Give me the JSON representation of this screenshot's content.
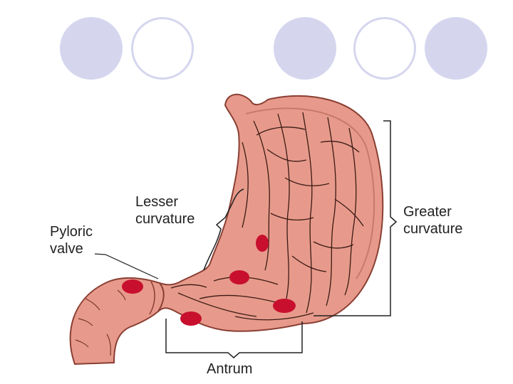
{
  "slide": {
    "decoration": {
      "circle_fill_color": "#d5d6ee",
      "circle_outline_color": "#d5d6ee",
      "pattern": [
        "filled",
        "outline",
        "filled",
        "outline",
        "filled"
      ]
    }
  },
  "diagram": {
    "colors": {
      "tissue": "#e79a8b",
      "tissue_outline": "#8a3f33",
      "ulcer": "#c8102e",
      "fold": "#3a1a14",
      "bracket": "#222222"
    },
    "labels": {
      "lesser_curvature": [
        "Lesser",
        "curvature"
      ],
      "pyloric_valve": [
        "Pyloric",
        "valve"
      ],
      "greater_curvature": [
        "Greater",
        "curvature"
      ],
      "antrum": "Antrum"
    }
  }
}
